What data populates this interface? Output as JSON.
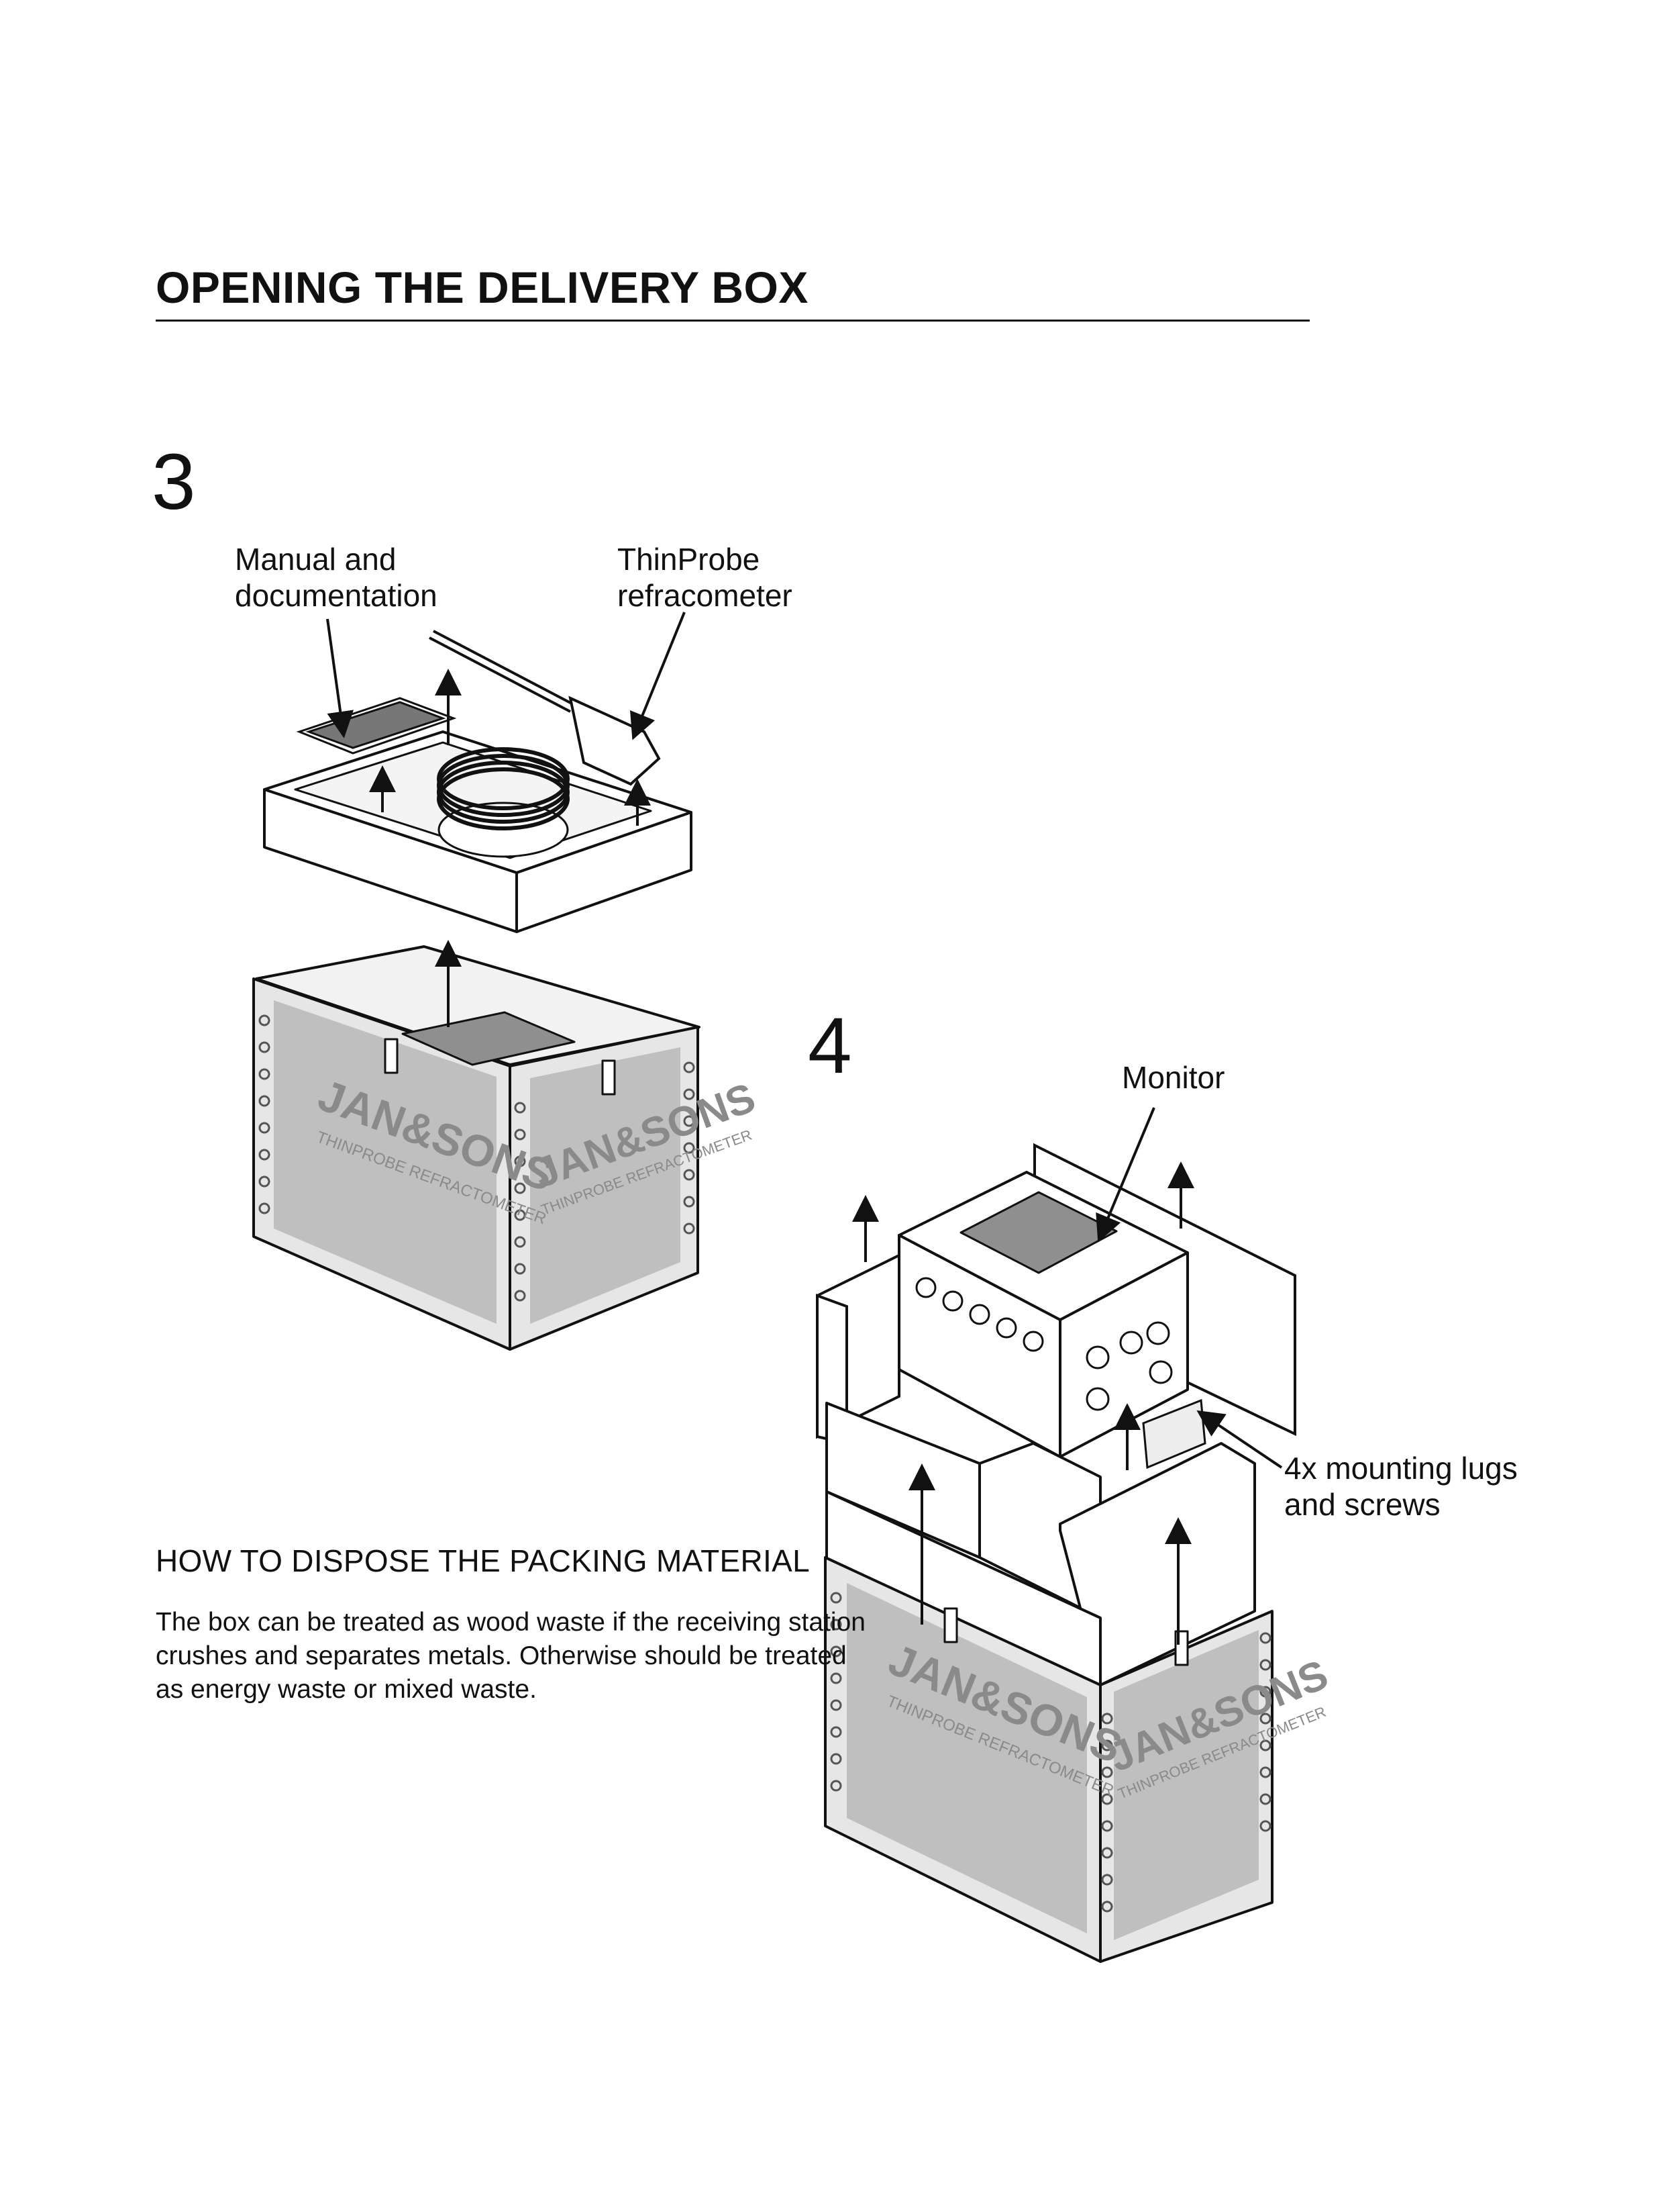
{
  "page": {
    "title": "OPENING THE DELIVERY BOX"
  },
  "step3": {
    "number": "3",
    "label_manual": "Manual and\ndocumentation",
    "label_probe": "ThinProbe\nrefracometer",
    "box_brand": "JAN&SONS",
    "box_product": "THINPROBE REFRACTOMETER"
  },
  "step4": {
    "number": "4",
    "label_monitor": "Monitor",
    "label_lugs": "4x mounting lugs\nand screws",
    "box_brand": "JAN&SONS",
    "box_product": "THINPROBE REFRACTOMETER"
  },
  "disposal": {
    "heading": "HOW TO DISPOSE THE PACKING MATERIAL",
    "text": "The box can be treated as wood waste if the receiving station crushes and separates metals. Otherwise should be treated as energy waste or mixed waste."
  },
  "colors": {
    "ink": "#111111",
    "box_panel": "#bfbfbf",
    "box_edge": "#e6e6e6",
    "screen": "#8f8f8f"
  }
}
